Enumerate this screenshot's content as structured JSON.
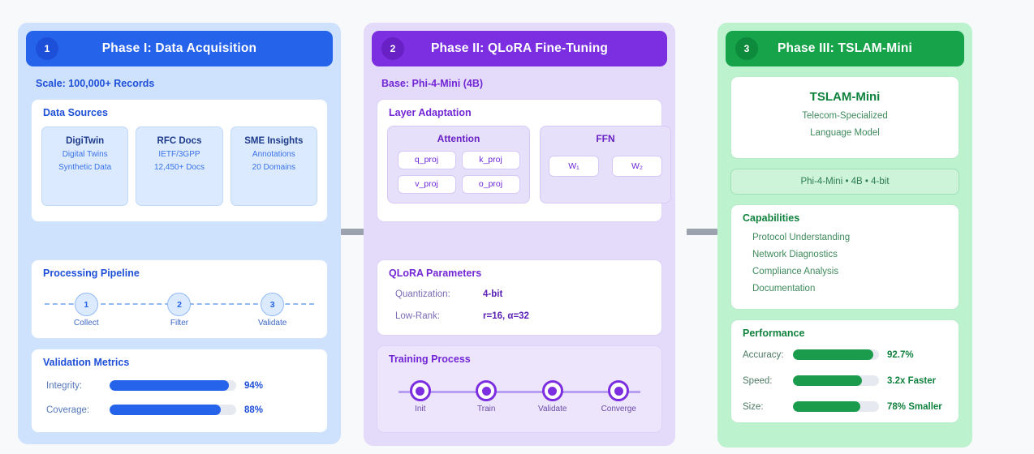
{
  "page": {
    "background": "#f8f9fa",
    "connector_color": "#9ca3af"
  },
  "phases": [
    {
      "number": "1",
      "title": "Phase I: Data Acquisition",
      "accent": "#2563eb",
      "subtitle": "Scale: 100,000+ Records",
      "cards": {
        "data_sources": {
          "title": "Data Sources",
          "items": [
            {
              "name": "DigiTwin",
              "line1": "Digital Twins",
              "line2": "Synthetic Data"
            },
            {
              "name": "RFC Docs",
              "line1": "IETF/3GPP",
              "line2": "12,450+ Docs"
            },
            {
              "name": "SME Insights",
              "line1": "Annotations",
              "line2": "20 Domains"
            }
          ]
        },
        "processing_pipeline": {
          "title": "Processing Pipeline",
          "steps": [
            {
              "num": "1",
              "label": "Collect"
            },
            {
              "num": "2",
              "label": "Filter"
            },
            {
              "num": "3",
              "label": "Validate"
            }
          ]
        },
        "validation_metrics": {
          "title": "Validation Metrics",
          "metrics": [
            {
              "label": "Integrity:",
              "value": "94%",
              "percent": 94
            },
            {
              "label": "Coverage:",
              "value": "88%",
              "percent": 88
            }
          ]
        }
      }
    },
    {
      "number": "2",
      "title": "Phase II: QLoRA Fine-Tuning",
      "accent": "#7c2fe0",
      "subtitle": "Base: Phi-4-Mini (4B)",
      "cards": {
        "layer_adaptation": {
          "title": "Layer Adaptation",
          "groups": [
            {
              "name": "Attention",
              "chips": [
                "q_proj",
                "k_proj",
                "v_proj",
                "o_proj"
              ]
            },
            {
              "name": "FFN",
              "chips": [
                "W₁",
                "W₂"
              ]
            }
          ]
        },
        "qlora_parameters": {
          "title": "QLoRA Parameters",
          "params": [
            {
              "label": "Quantization:",
              "value": "4-bit"
            },
            {
              "label": "Low-Rank:",
              "value": "r=16, α=32"
            }
          ]
        },
        "training_process": {
          "title": "Training Process",
          "steps": [
            "Init",
            "Train",
            "Validate",
            "Converge"
          ]
        }
      }
    },
    {
      "number": "3",
      "title": "Phase III: TSLAM-Mini",
      "accent": "#17a34a",
      "cards": {
        "model": {
          "name": "TSLAM-Mini",
          "line1": "Telecom-Specialized",
          "line2": "Language Model"
        },
        "spec_pill": "Phi-4-Mini • 4B • 4-bit",
        "capabilities": {
          "title": "Capabilities",
          "items": [
            "Protocol Understanding",
            "Network Diagnostics",
            "Compliance Analysis",
            "Documentation"
          ]
        },
        "performance": {
          "title": "Performance",
          "metrics": [
            {
              "label": "Accuracy:",
              "value": "92.7%",
              "percent": 93
            },
            {
              "label": "Speed:",
              "value": "3.2x Faster",
              "percent": 80
            },
            {
              "label": "Size:",
              "value": "78% Smaller",
              "percent": 78
            }
          ]
        }
      }
    }
  ]
}
